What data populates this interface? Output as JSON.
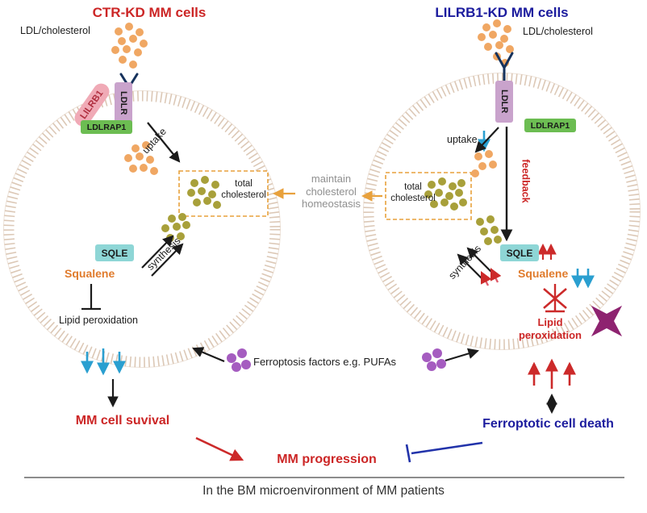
{
  "left_cell": {
    "title": "CTR-KD MM cells",
    "ldl_label": "LDL/cholesterol",
    "lilrb1": "LILRB1",
    "ldlr": "LDLR",
    "ldlrap1": "LDLRAP1",
    "uptake": "uptake",
    "total_cholesterol": "total cholesterol",
    "sqle": "SQLE",
    "synthesis": "synthesis",
    "squalene": "Squalene",
    "lipid_peroxidation": "Lipid peroxidation",
    "outcome": "MM cell suvival"
  },
  "right_cell": {
    "title": "LILRB1-KD MM cells",
    "ldl_label": "LDL/cholesterol",
    "ldlr": "LDLR",
    "ldlrap1": "LDLRAP1",
    "uptake": "uptake",
    "feedback": "feedback",
    "total_cholesterol": "total cholesterol",
    "sqle": "SQLE",
    "synthesis": "synthesis",
    "squalene": "Squalene",
    "lipid_peroxidation": "Lipid peroxidation",
    "outcome": "Ferroptotic cell death"
  },
  "center": {
    "maintain": "maintain cholesterol homeostasis",
    "ferroptosis_factors": "Ferroptosis factors e.g. PUFAs",
    "mm_progression": "MM progression"
  },
  "footer": {
    "caption": "In the BM microenvironment of MM patients"
  },
  "colors": {
    "red_text": "#cc2626",
    "navy_text": "#1c1c9e",
    "orange_text": "#e07b2c",
    "gray_text": "#8f8f8f",
    "membrane": "#dcc8b6",
    "ldl_dot": "#f0a763",
    "cholesterol_dot": "#a8a03a",
    "pufa_dot": "#a55cc0",
    "lilrb1_box": "#f0aab6",
    "ldlr_box": "#c9a3cc",
    "ldlrap1_box": "#6cbd52",
    "sqle_box": "#8ed6d6",
    "blue_arrow": "#2a9fd0",
    "red_arrow": "#cc2a2a",
    "inhibit_blue": "#2233aa",
    "star": "#8e2370"
  }
}
